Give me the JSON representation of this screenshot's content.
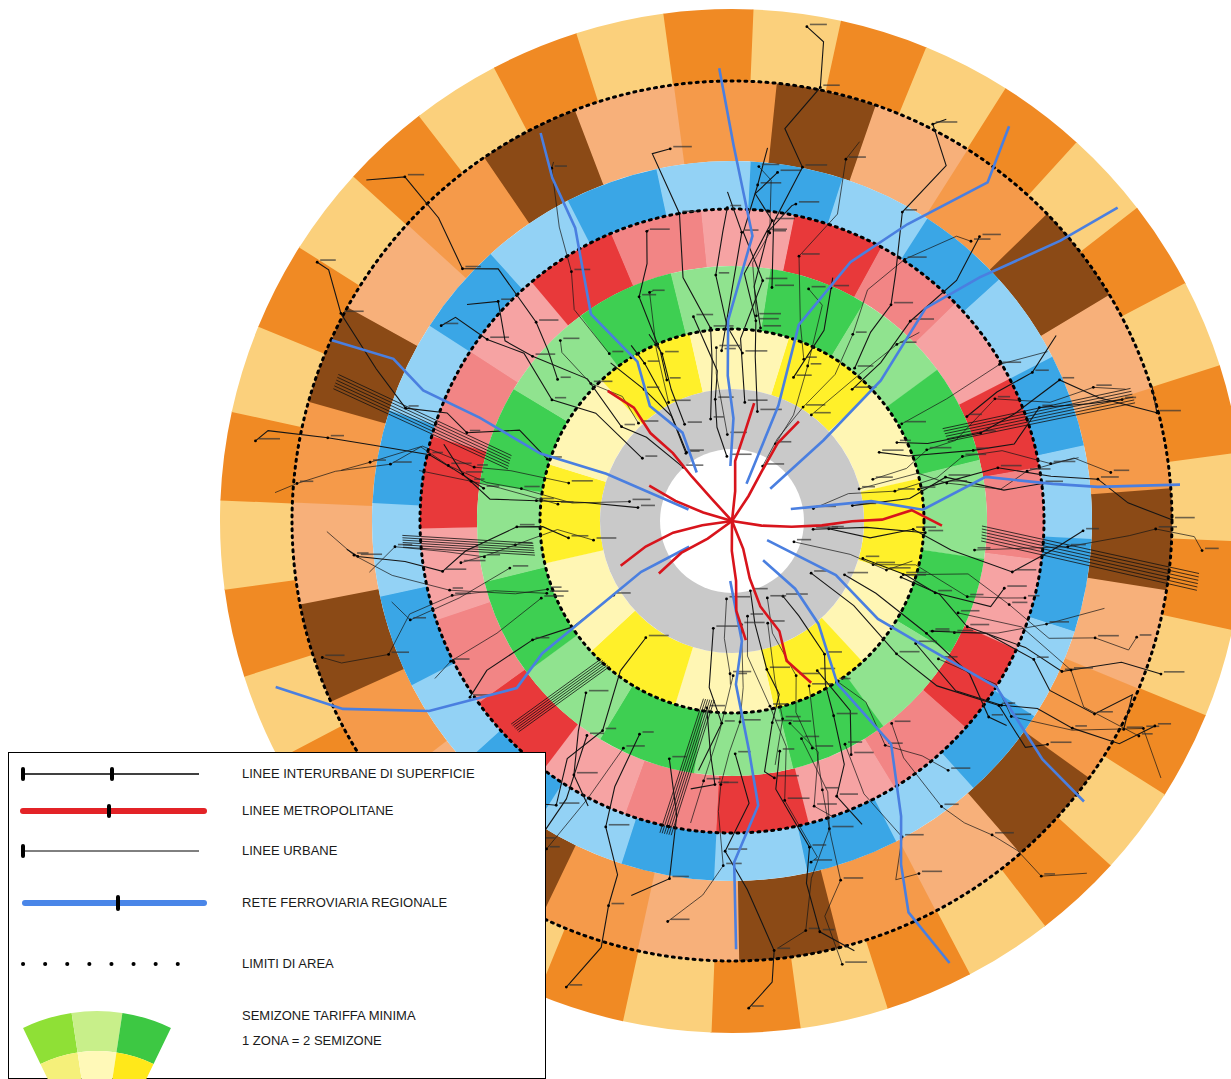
{
  "diagram": {
    "labels": [
      "1 ZONA = 2 SEMIZONE"
    ],
    "legend": [
      {
        "text": "LINEE INTERURBANE DI SUPERFICIE"
      },
      {
        "text": "LINEE METROPOLITANE"
      },
      {
        "text": "LINEE URBANE"
      },
      {
        "text": "RETE FERROVIARIA REGIONALE"
      },
      {
        "text": "LIMITI DI AREA"
      },
      {
        "text": "SEMIZONE  TARIFFA MINIMA"
      }
    ]
  }
}
